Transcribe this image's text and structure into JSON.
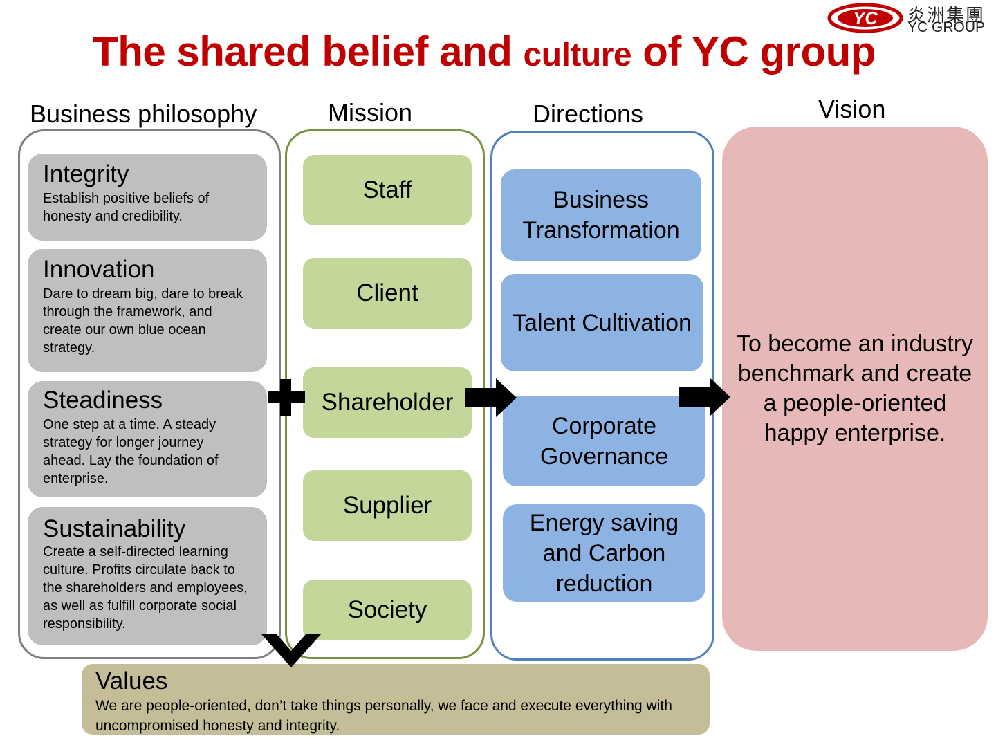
{
  "logo": {
    "mark": "YC",
    "cn_text": "炎洲集團",
    "en_text": "YC GROUP",
    "color": "#c00000"
  },
  "title": {
    "part1": "The shared belief and ",
    "part2": "culture",
    "part3": " of YC group",
    "color": "#c00000"
  },
  "columns": {
    "philosophy": {
      "heading": "Business philosophy",
      "items": [
        {
          "name": "Integrity",
          "desc": "Establish positive beliefs of honesty and credibility."
        },
        {
          "name": "Innovation",
          "desc": "Dare to dream big, dare to break through the framework, and create our own blue ocean strategy."
        },
        {
          "name": "Steadiness",
          "desc": "One step at a time. A steady strategy for longer journey ahead. Lay the foundation of enterprise."
        },
        {
          "name": "Sustainability",
          "desc": "Create a self-directed learning culture. Profits circulate back to the shareholders and employees, as well as fulfill corporate social responsibility."
        }
      ]
    },
    "mission": {
      "heading": "Mission",
      "items": [
        "Staff",
        "Client",
        "Shareholder",
        "Supplier",
        "Society"
      ]
    },
    "directions": {
      "heading": "Directions",
      "items": [
        "Business Transformation",
        "Talent Cultivation",
        "Corporate Governance",
        "Energy saving and Carbon reduction"
      ]
    },
    "vision": {
      "heading": "Vision",
      "text": "To become an industry benchmark and create a people-oriented happy enterprise."
    }
  },
  "values": {
    "heading": "Values",
    "text": "We are people-oriented, don’t take things personally, we face and execute everything with uncompromised honesty and integrity."
  },
  "colors": {
    "philosophy_box": "#bfbfbf",
    "mission_box": "#c4d79b",
    "direction_box": "#8db3e2",
    "vision_box": "#e6b9b8",
    "values_box": "#c4bd97",
    "frame_gray": "#7f7f7f",
    "frame_green": "#76923c",
    "frame_blue": "#4f81bd"
  },
  "icons": [
    "plus-icon",
    "right-arrow-icon",
    "right-arrow-icon",
    "down-chevron-icon"
  ]
}
